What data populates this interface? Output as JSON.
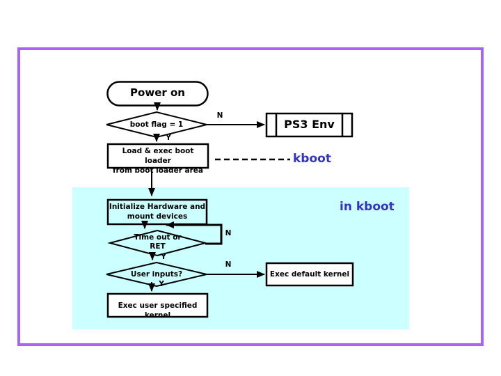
{
  "nodes": {
    "power_on": "Power on",
    "boot_flag": "boot flag = 1",
    "ps3_env": "PS3 Env",
    "load_exec": [
      "Load & exec boot loader",
      "from boot loader area"
    ],
    "init_hw": [
      "Initialize Hardware and",
      "mount devices"
    ],
    "timeout": [
      "Time out or",
      "RET"
    ],
    "user_inputs": "User inputs?",
    "exec_default": "Exec default kernel",
    "exec_user": "Exec user specified kernel"
  },
  "edge_labels": {
    "boot_flag_no": "N",
    "boot_flag_yes": "Y",
    "timeout_no": "N",
    "timeout_yes": "Y",
    "user_inputs_no": "N",
    "user_inputs_yes": "Y"
  },
  "annotations": {
    "kboot": "kboot",
    "in_kboot": "in kboot"
  },
  "colors": {
    "frame_border": "#a865f5",
    "kboot_region_bg": "#ccffff",
    "annotation_blue": "#3333bd",
    "line": "#000000"
  }
}
